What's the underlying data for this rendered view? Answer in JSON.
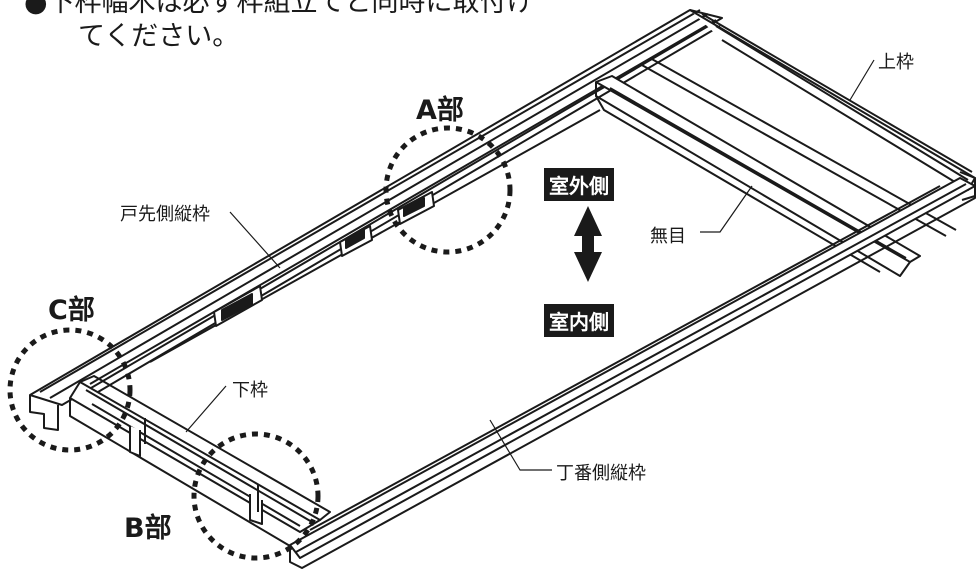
{
  "note": {
    "bullet": "●",
    "line1": "下枠幅木は必ず枠組立てと同時に取付け",
    "line2": "てください。"
  },
  "labels": {
    "top_frame": "上枠",
    "latch_side_stile": "戸先側縦枠",
    "bottom_frame": "下枠",
    "hinge_side_stile": "丁番側縦枠",
    "mullion": "無目"
  },
  "sections": {
    "a": "A部",
    "b": "B部",
    "c": "C部"
  },
  "direction": {
    "outdoor": "室外側",
    "indoor": "室内側"
  }
}
